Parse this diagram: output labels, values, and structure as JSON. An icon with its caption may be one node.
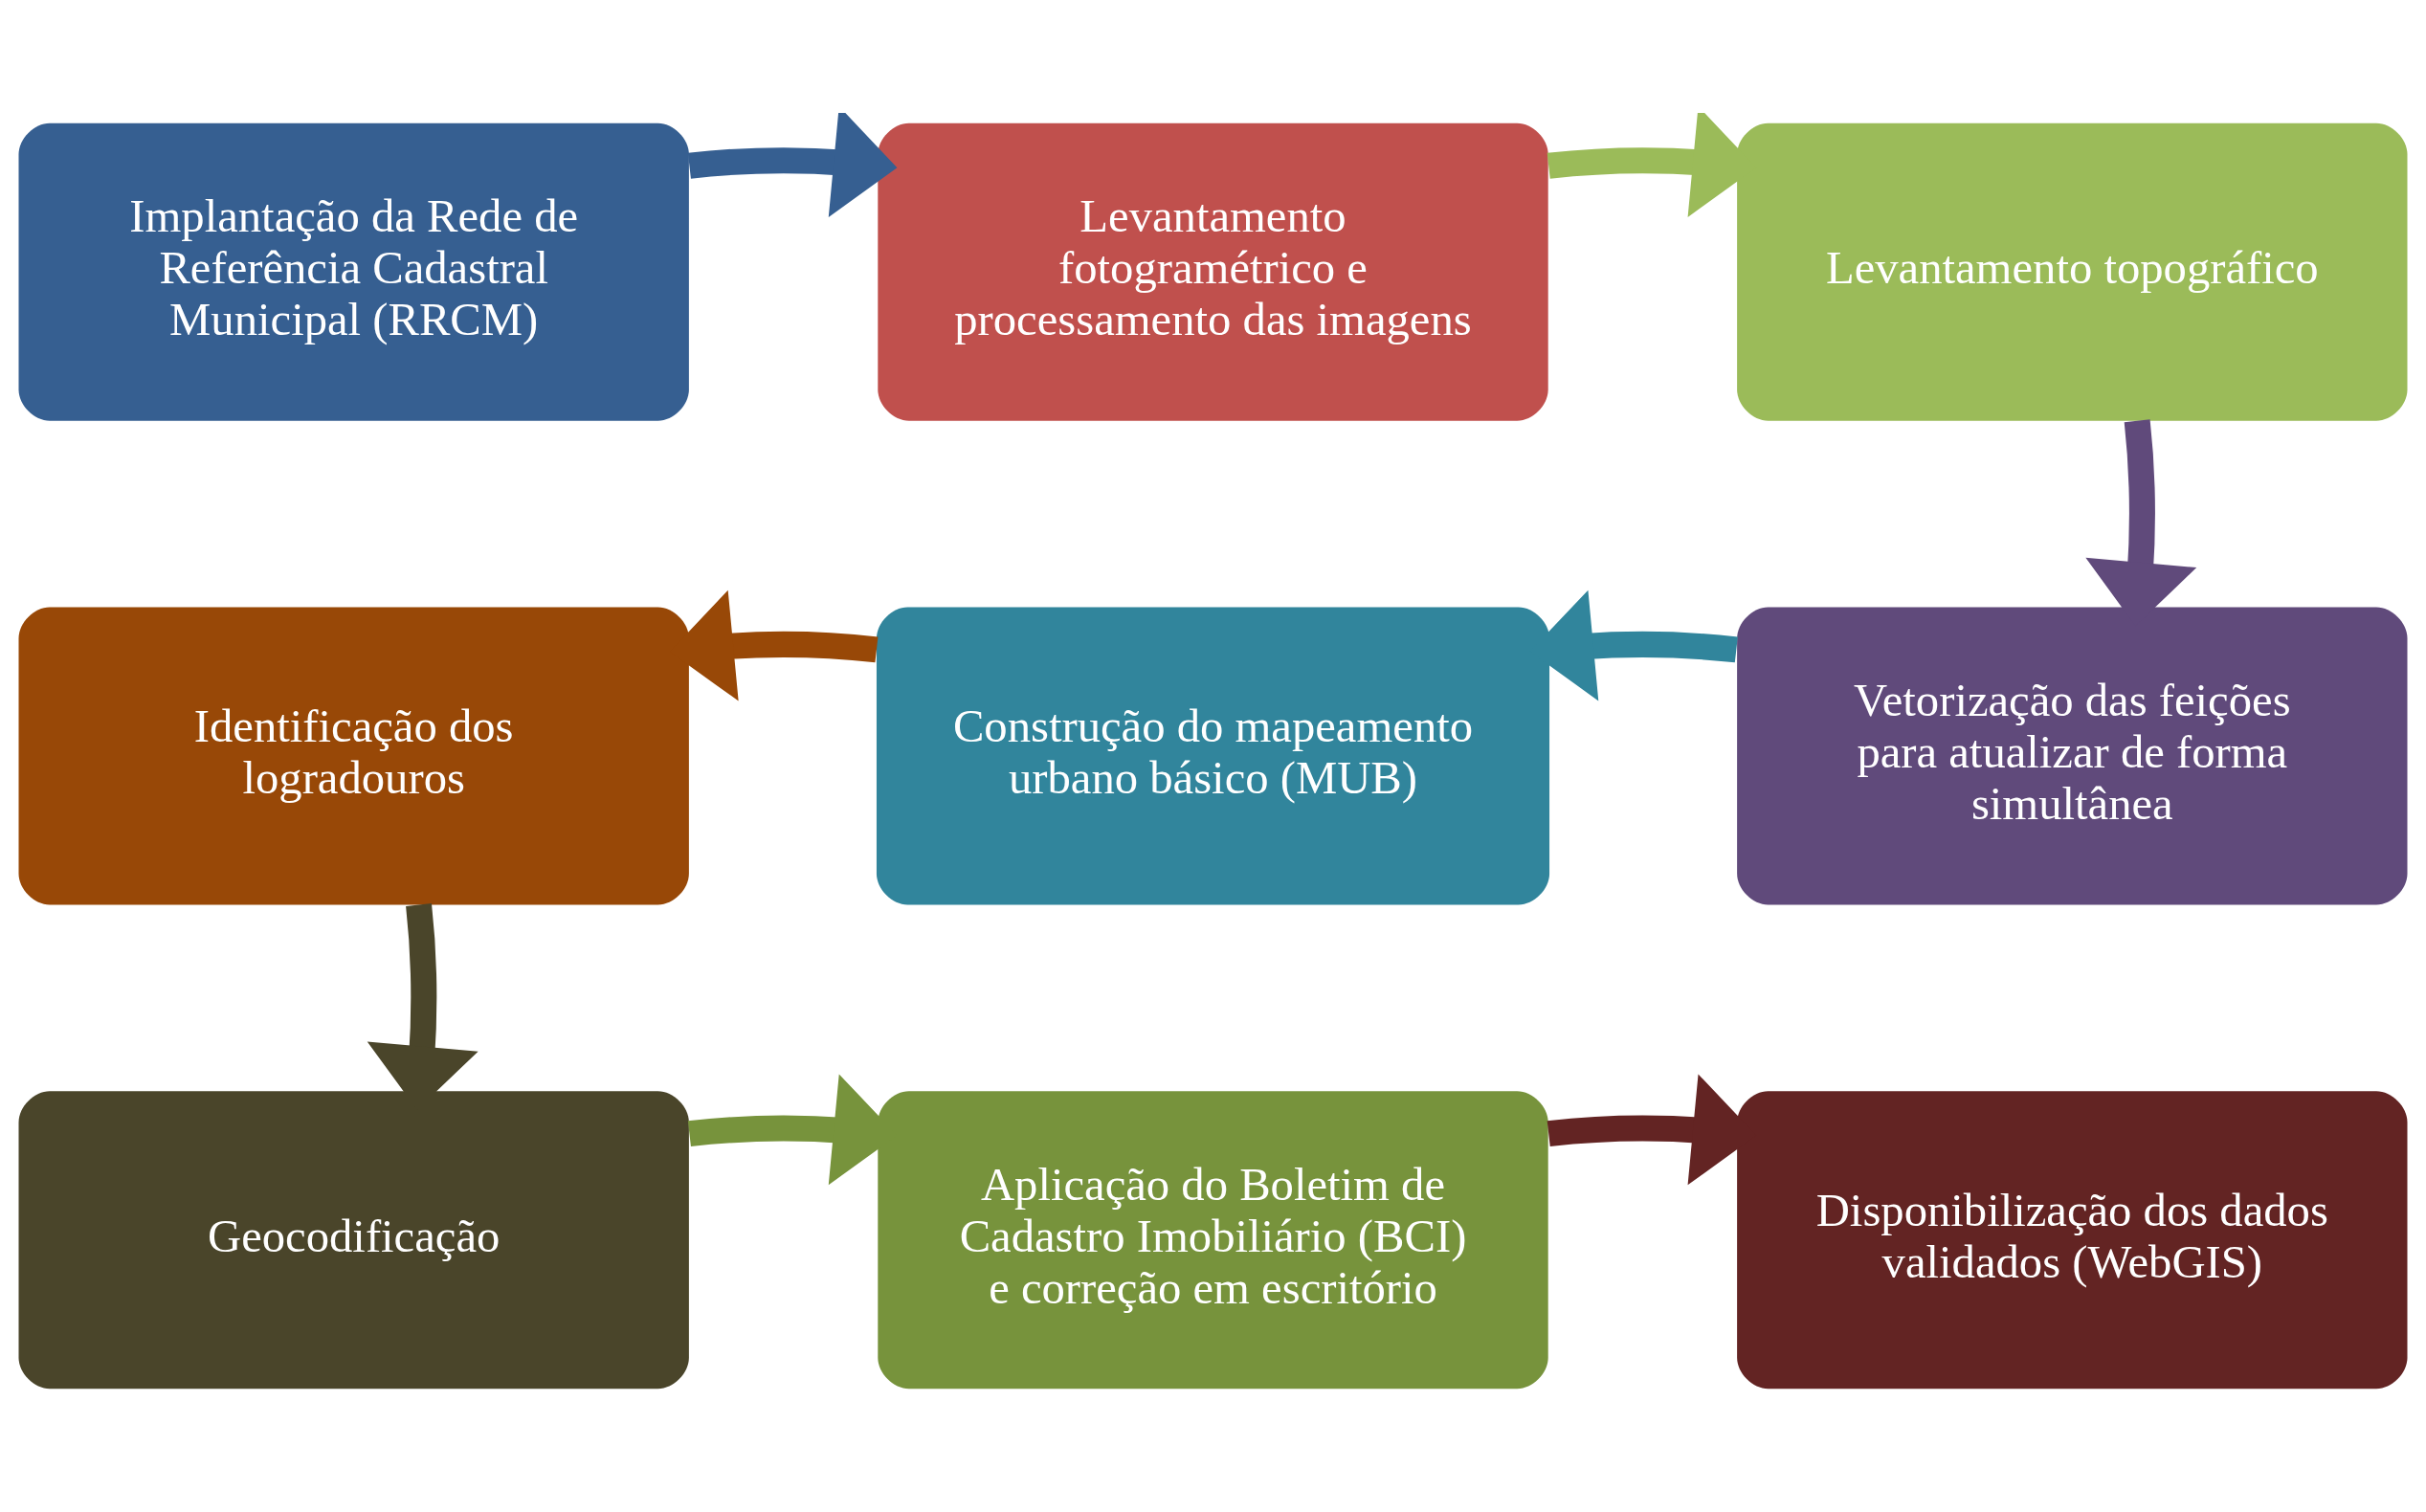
{
  "diagram": {
    "nodes": [
      {
        "text": [
          "Implantação da Rede de Referência Cadastral Municipal (RRCM)"
        ]
      },
      {
        "text": [
          "Levantamento fotogramétrico e processamento das imagens"
        ]
      },
      {
        "text": [
          "Levantamento topográfico"
        ]
      },
      {
        "text": [
          "Identificação dos logradouros"
        ]
      },
      {
        "text": [
          "Construção do mapeamento urbano básico (MUB)"
        ]
      },
      {
        "text": [
          "Vetorização das feições para atualizar de forma simultânea"
        ]
      },
      {
        "text": [
          "Geocodificação"
        ]
      },
      {
        "text": [
          "Aplicação do Boletim de Cadastro Imobiliário (BCI) e correção em escritório"
        ]
      },
      {
        "text": [
          "Disponibilização dos dados validados (WebGIS)"
        ]
      }
    ],
    "edges": [
      {
        "from": 0,
        "to": 1,
        "arrow": "to",
        "color": "#365f91"
      },
      {
        "from": 1,
        "to": 2,
        "arrow": "to",
        "color": "#9bbb59"
      },
      {
        "from": 2,
        "to": 5,
        "arrow": "to",
        "color": "#604a7b"
      },
      {
        "from": 5,
        "to": 4,
        "arrow": "to",
        "color": "#31859c"
      },
      {
        "from": 4,
        "to": 3,
        "arrow": "to",
        "color": "#984807"
      },
      {
        "from": 3,
        "to": 6,
        "arrow": "to",
        "color": "#4a452a"
      },
      {
        "from": 6,
        "to": 7,
        "arrow": "to",
        "color": "#77933c"
      },
      {
        "from": 7,
        "to": 8,
        "arrow": "to",
        "color": "#632423"
      }
    ]
  }
}
